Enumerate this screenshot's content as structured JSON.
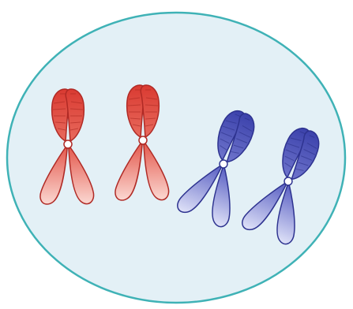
{
  "diagram": {
    "cell": {
      "fill": "#e3f0f6",
      "stroke": "#3fb2b6"
    },
    "chromosomes": [
      {
        "pair": "red",
        "fill_dark": "#c9302b",
        "fill_light": "#f7c0b8",
        "stroke": "#b02a25"
      },
      {
        "pair": "red",
        "fill_dark": "#c9302b",
        "fill_light": "#f7c0b8",
        "stroke": "#b02a25"
      },
      {
        "pair": "blue",
        "fill_dark": "#3a3fa6",
        "fill_light": "#c3c8ee",
        "stroke": "#2e3390"
      },
      {
        "pair": "blue",
        "fill_dark": "#3a3fa6",
        "fill_light": "#c3c8ee",
        "stroke": "#2e3390"
      }
    ],
    "centromere": {
      "fill": "#ffffff"
    }
  }
}
